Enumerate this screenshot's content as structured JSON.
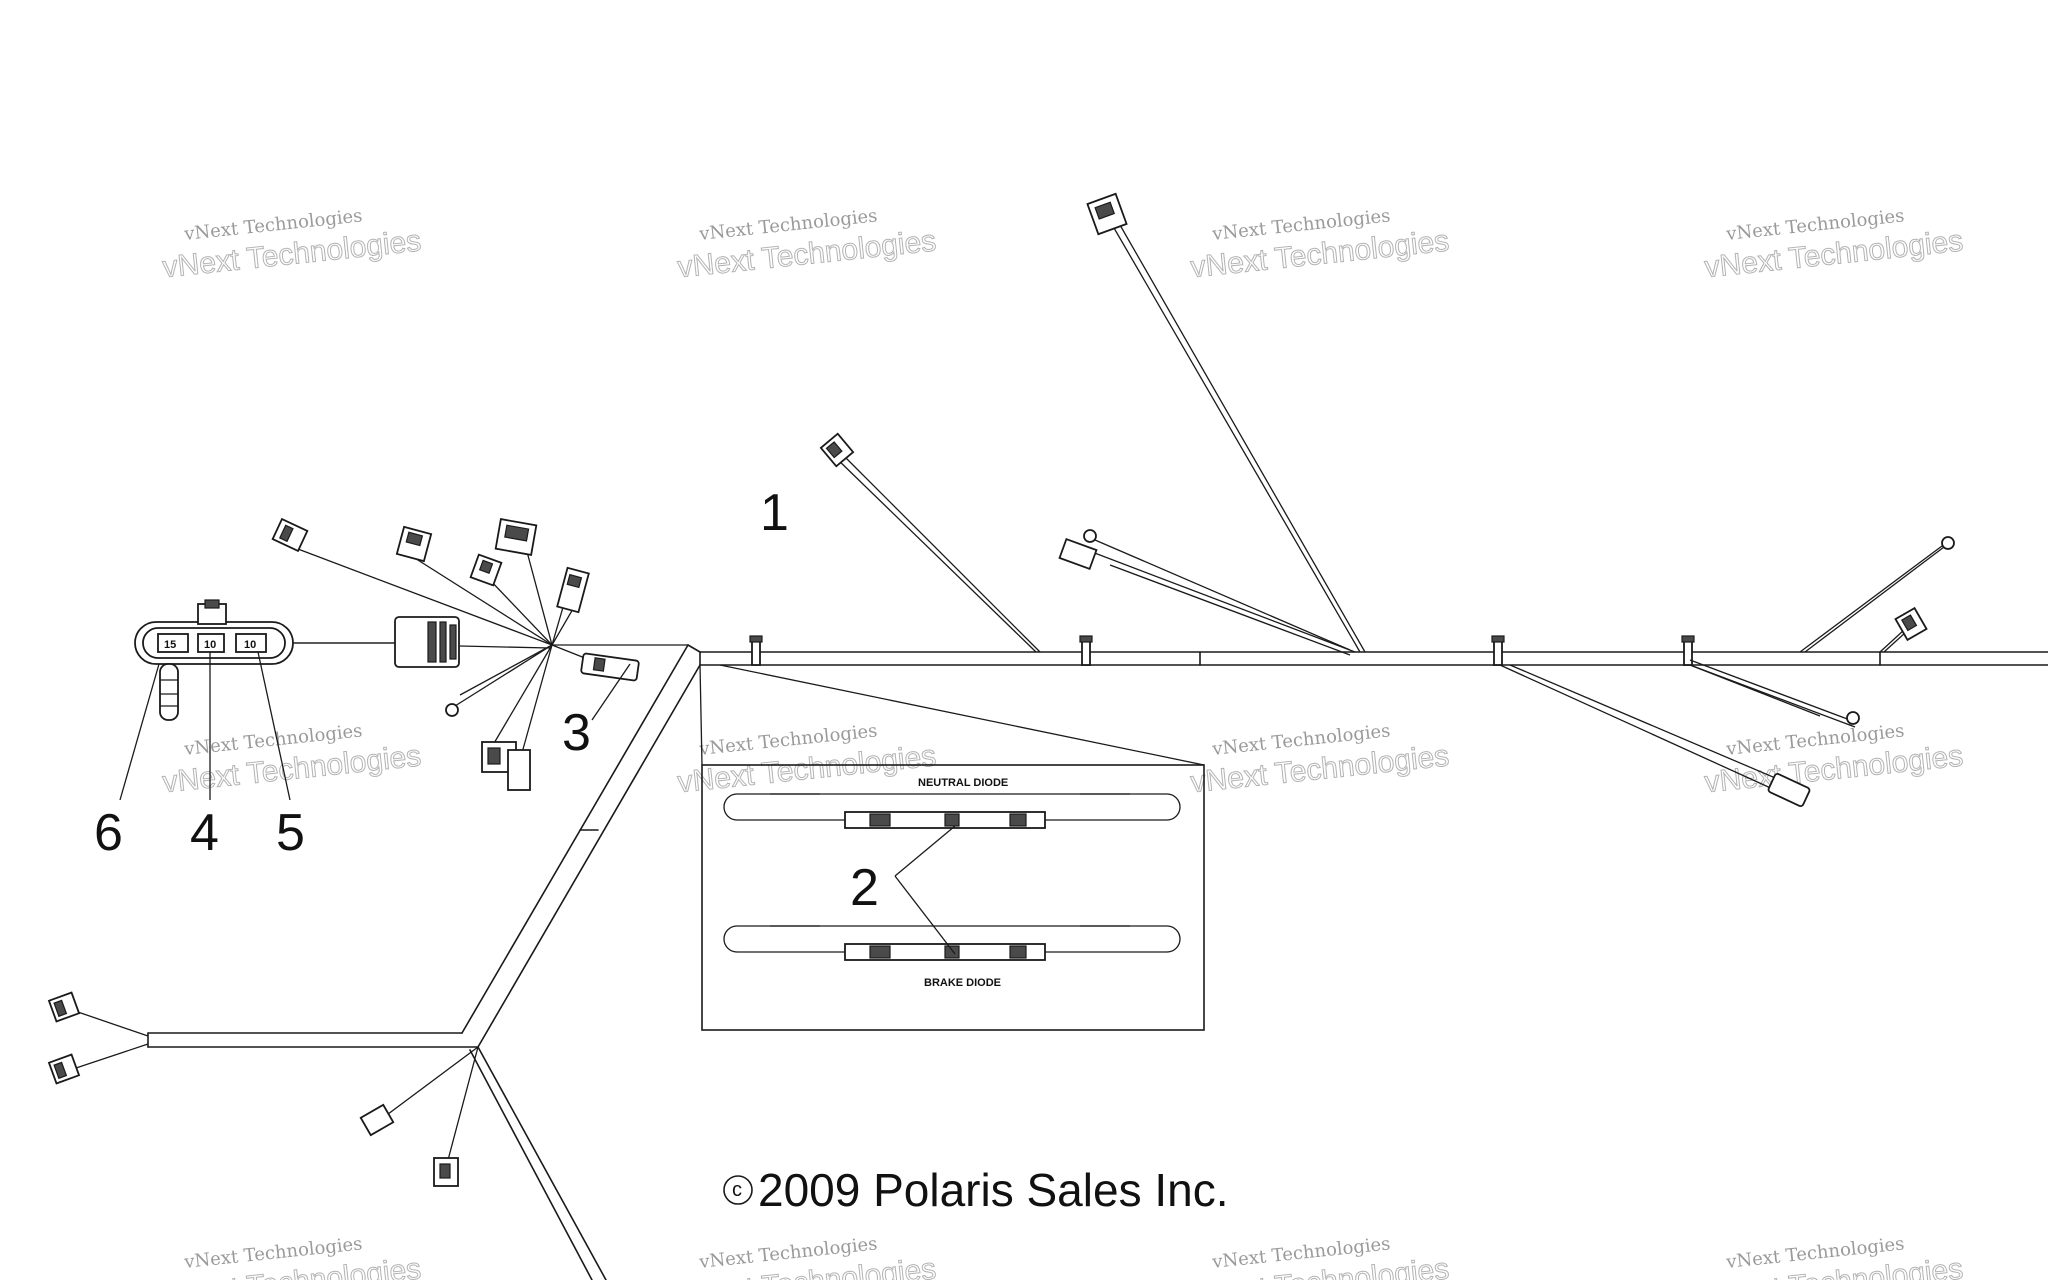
{
  "callouts": {
    "c1": "1",
    "c2": "2",
    "c3": "3",
    "c4": "4",
    "c5": "5",
    "c6": "6"
  },
  "connector_pins": {
    "pin_left": "15",
    "pin_mid": "10",
    "pin_right": "10"
  },
  "inset": {
    "neutral_label": "NEUTRAL DIODE",
    "brake_label": "BRAKE DIODE"
  },
  "copyright": {
    "symbol": "c",
    "text": "2009 Polaris Sales Inc."
  },
  "watermark": {
    "line1": "vNext Technologies",
    "line2": "vNext Technologies"
  }
}
